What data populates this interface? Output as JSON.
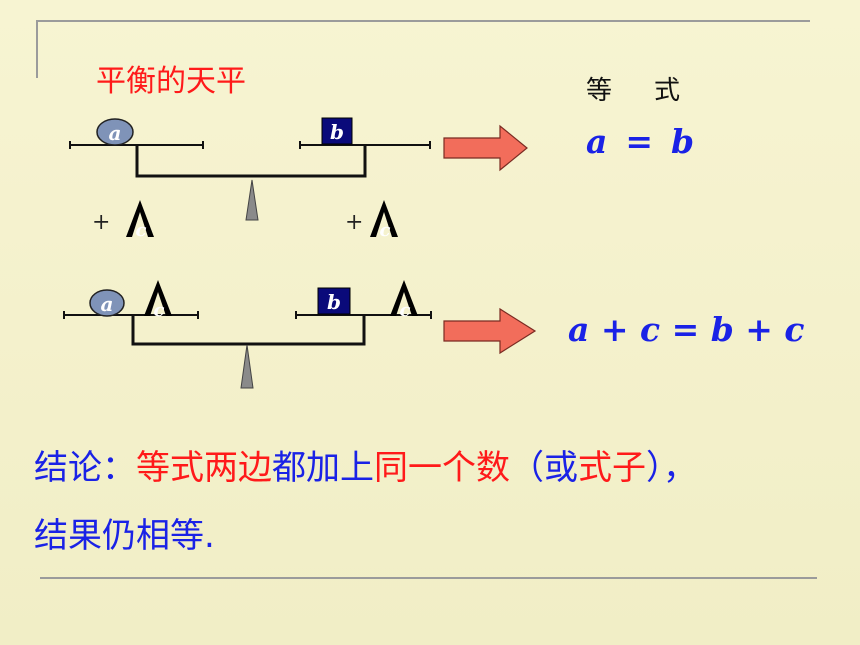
{
  "title": "平衡的天平",
  "equation_header": {
    "left": "等",
    "right": "式"
  },
  "labels": {
    "a": "a",
    "b": "b",
    "c": "c",
    "plus": "+"
  },
  "equation1": {
    "left": "a",
    "op": "=",
    "right": "b"
  },
  "equation2": "a + c = b + c",
  "conclusion": {
    "p1": "结论：",
    "p2": "等式两边",
    "p3": "都加上",
    "p4": "同一个数",
    "p5": "（或",
    "p6": "式子",
    "p7": "），",
    "line2": "结果仍相等."
  },
  "colors": {
    "red": "#ff1a1a",
    "blue": "#1a22e6",
    "ball": "#7f93b8",
    "box": "#0a0a7a",
    "arrow": "#f26d5b",
    "fulcrum": "#8a8a8a"
  }
}
